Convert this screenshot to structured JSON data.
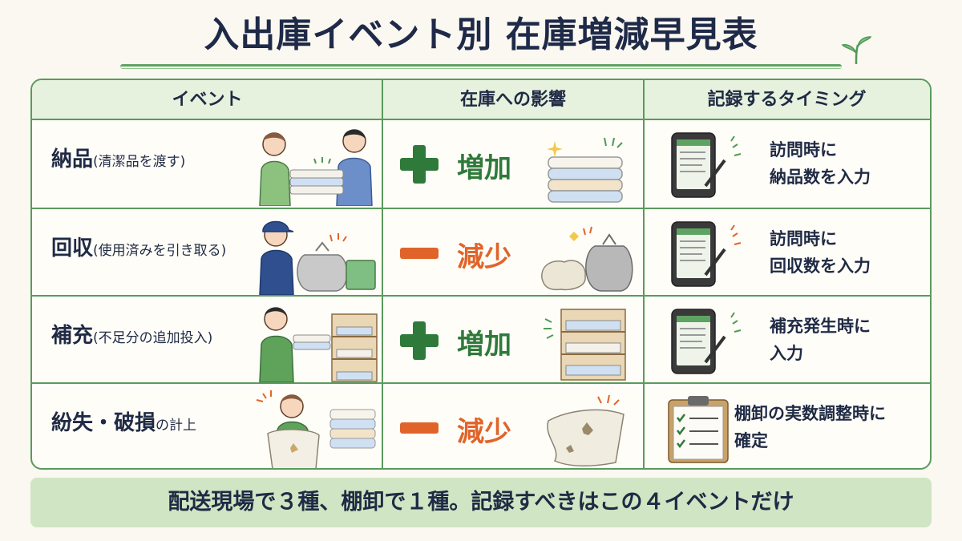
{
  "title": "入出庫イベント別 在庫増減早見表",
  "headers": {
    "event": "イベント",
    "impact": "在庫への影響",
    "timing": "記録するタイミング"
  },
  "rows": [
    {
      "name": "納品",
      "sub": "(清潔品を渡す)",
      "sign": "+",
      "effect": "増加",
      "timing1": "訪問時に",
      "timing2": "納品数を入力"
    },
    {
      "name": "回収",
      "sub": "(使用済みを引き取る)",
      "sign": "−",
      "effect": "減少",
      "timing1": "訪問時に",
      "timing2": "回収数を入力"
    },
    {
      "name": "補充",
      "sub": "(不足分の追加投入)",
      "sign": "+",
      "effect": "増加",
      "timing1": "補充発生時に",
      "timing2": "入力"
    },
    {
      "name": "紛失・破損",
      "sub": "の計上",
      "sign": "−",
      "effect": "減少",
      "timing1": "棚卸の実数調整時に",
      "timing2": "確定"
    }
  ],
  "footer": "配送現場で３種、棚卸で１種。記録すべきはこの４イベントだけ",
  "colors": {
    "increase": "#2f7a3a",
    "decrease": "#e0642a",
    "border": "#5a9a5e",
    "header_bg": "#e6f1de",
    "footer_bg": "#cfe5c3"
  },
  "icons": {
    "increase": "plus-icon",
    "decrease": "minus-icon",
    "recording_device": "tablet-stylus-icon",
    "inventory_check": "clipboard-checklist-icon"
  }
}
